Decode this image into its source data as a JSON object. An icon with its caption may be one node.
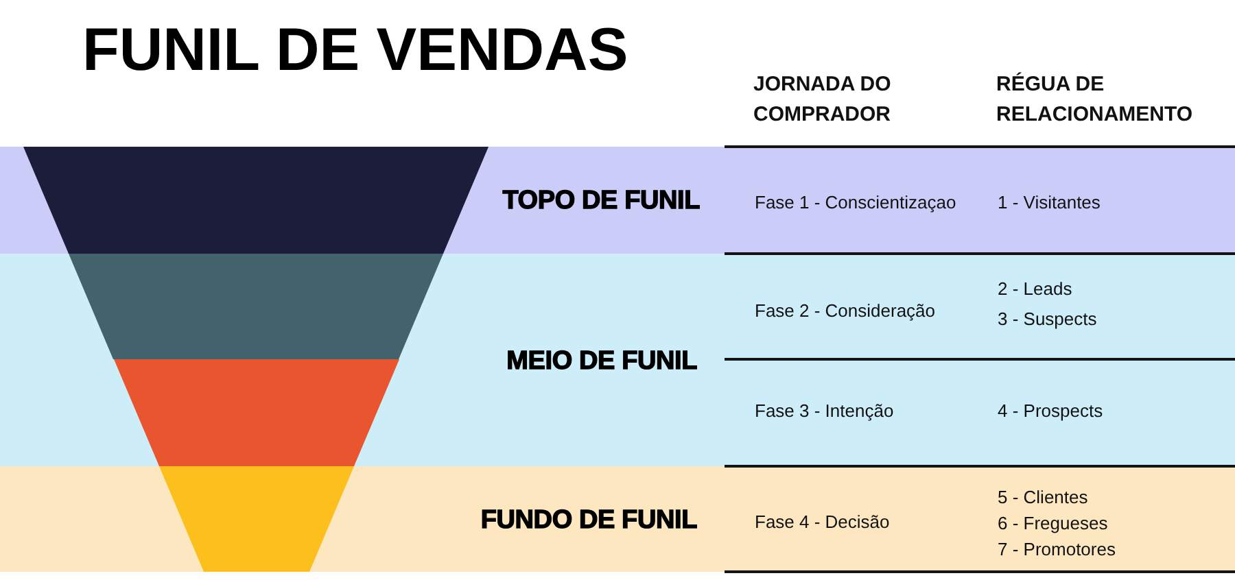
{
  "diagram": {
    "title": "FUNIL DE VENDAS",
    "nodes": [
      {
        "text": [
          "TOPO DE FUNIL"
        ]
      },
      {
        "text": [],
        "shape": "trapezoid",
        "in": 0
      },
      {
        "text": [
          "MEIO DE FUNIL"
        ]
      },
      {
        "text": [],
        "shape": "trapezoid",
        "in": 2
      },
      {
        "text": [],
        "shape": "trapezoid",
        "in": 2
      },
      {
        "text": [
          "FUNDO DE FUNIL"
        ]
      },
      {
        "text": [],
        "shape": "trapezoid",
        "in": 5
      }
    ],
    "labels": [
      "JORNADA DO COMPRADOR",
      "RÉGUA DE RELACIONAMENTO",
      "Fase 1 - Conscientizaçao",
      "1 - Visitantes",
      "Fase 2 - Consideração",
      "2 - Leads",
      "3 - Suspects",
      "Fase 3 - Intenção",
      "4 - Prospects",
      "Fase 4 - Decisão",
      "5 - Clientes",
      "6 - Fregueses",
      "7 - Promotores"
    ]
  }
}
